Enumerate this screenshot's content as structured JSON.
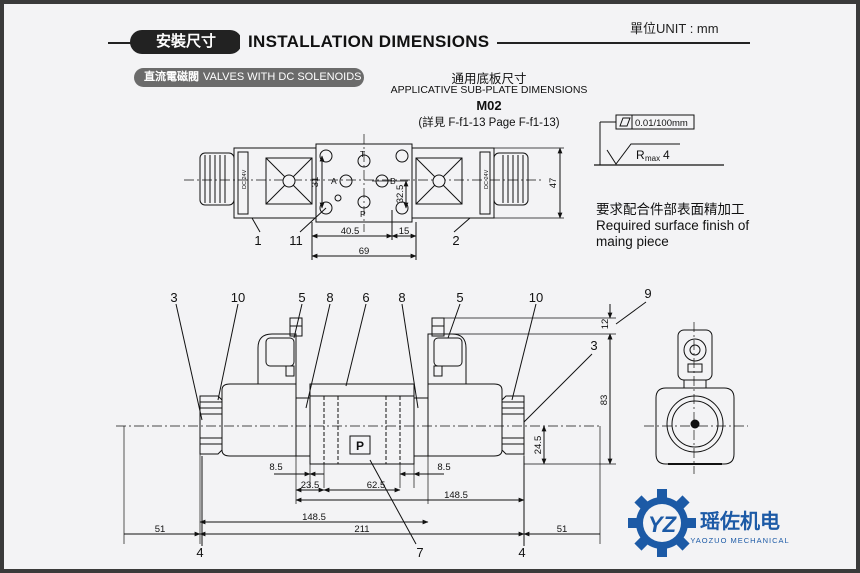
{
  "unit_label": "單位UNIT : mm",
  "header": {
    "badge": "安裝尺寸",
    "title": "INSTALLATION DIMENSIONS"
  },
  "subheader": {
    "cn": "直流電磁閥",
    "en": "VALVES WITH DC SOLENOIDS"
  },
  "subplate": {
    "cn_title": "通用底板尺寸",
    "en_title": "APPLICATIVE  SUB-PLATE DIMENSIONS",
    "model": "M02",
    "ref": "(詳見 F-f1-13  Page F-f1-13)"
  },
  "surface": {
    "flatness": "0.01/100mm",
    "roughness_r": "R",
    "roughness_sub": "max",
    "roughness_val": "4",
    "note_cn": "要求配合件部表面精加工",
    "note_en1": "Required surface finish of",
    "note_en2": "maing piece"
  },
  "top_view": {
    "port_labels": [
      "T",
      "A",
      "B",
      "P"
    ],
    "dims": {
      "w1": "40.5",
      "w2": "15",
      "total": "69",
      "h1": "31",
      "h2": "32.5",
      "h_total": "47"
    },
    "callouts": [
      "1",
      "11",
      "2"
    ],
    "coil_label": "DC 24V"
  },
  "front_view": {
    "callouts_top": [
      "3",
      "10",
      "5",
      "8",
      "6",
      "8",
      "5",
      "10",
      "9"
    ],
    "callout_right3": "3",
    "callouts_bottom": [
      "4",
      "7",
      "4"
    ],
    "port_p": "P",
    "dims": {
      "d8_5_left": "8.5",
      "d8_5_right": "8.5",
      "d23_5": "23.5",
      "d62_5": "62.5",
      "d148_5_a": "148.5",
      "d148_5_b": "148.5",
      "d211": "211",
      "d51_left": "51",
      "d51_right": "51",
      "v12": "12",
      "v83": "83",
      "v24_5": "24.5"
    }
  },
  "logo": {
    "cn": "瑶佐机电",
    "en": "YAOZUO MECHANICAL",
    "brand_color": "#1c5aa6"
  }
}
